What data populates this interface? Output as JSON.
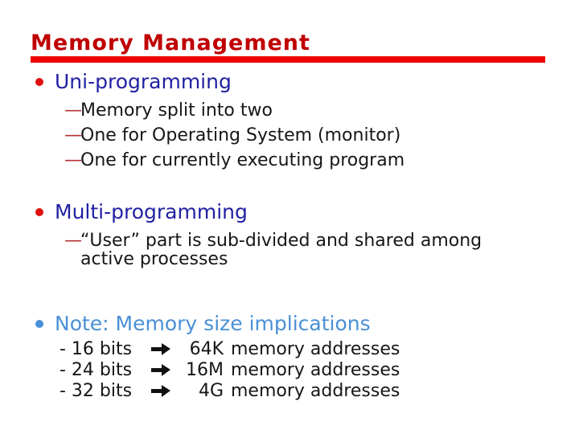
{
  "slide": {
    "title": "Memory Management"
  },
  "glyphs": {
    "dash": "—",
    "arrow_icon": "arrow-right",
    "bullet_icon": "filled-circle"
  },
  "colors": {
    "title-red": "#c00000",
    "bar-red": "#ee0000",
    "bullet-red": "#e01010",
    "heading-blue": "#2121a3",
    "dash-red": "#b53030",
    "note-blue": "#4a90d6",
    "text-black": "#161616"
  },
  "sections": {
    "uni": {
      "heading": "Uni-programming",
      "bullets": [
        "Memory split into two",
        "One for Operating System (monitor)",
        "One for currently executing program"
      ]
    },
    "multi": {
      "heading": "Multi-programming",
      "bullets": [
        "“User” part is sub-divided and shared among active processes"
      ]
    },
    "note": {
      "heading": "Note: Memory size implications",
      "rows": [
        {
          "bits": "- 16 bits",
          "value": "64K",
          "suffix": "memory addresses"
        },
        {
          "bits": "- 24 bits",
          "value": "16M",
          "suffix": "memory addresses"
        },
        {
          "bits": "- 32 bits",
          "value": "4G",
          "suffix": "memory addresses"
        }
      ]
    }
  }
}
